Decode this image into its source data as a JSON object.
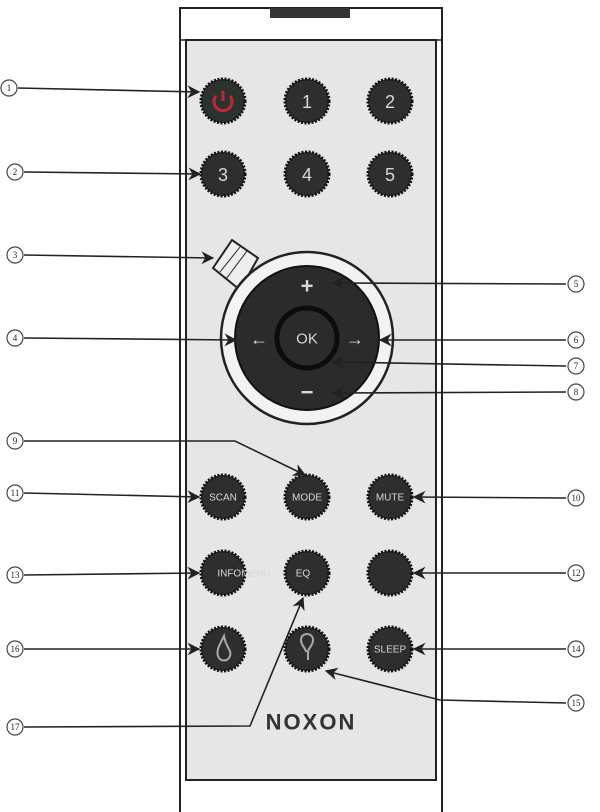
{
  "remote": {
    "brand": "NOXON",
    "buttons": {
      "power": {
        "icon": "power-icon",
        "color": "#c0283a"
      },
      "b1": "1",
      "b2": "2",
      "b3": "3",
      "b4": "4",
      "b5": "5",
      "ok": "OK",
      "plus": "+",
      "minus": "−",
      "left": "←",
      "right": "→",
      "scan": "SCAN",
      "mode": "MODE",
      "mute": "MUTE",
      "info": "INFOMENU",
      "eq": "EQ",
      "sleep": "SLEEP",
      "fav_icon": "flame-icon",
      "alarm_icon": "bulb-icon"
    }
  },
  "callouts": {
    "c1": "1",
    "c2": "2",
    "c3": "3",
    "c4": "4",
    "c5": "5",
    "c6": "6",
    "c7": "7",
    "c8": "8",
    "c9": "9",
    "c10": "10",
    "c11": "11",
    "c12": "12",
    "c13": "13",
    "c14": "14",
    "c15": "15",
    "c16": "16",
    "c17": "17"
  }
}
